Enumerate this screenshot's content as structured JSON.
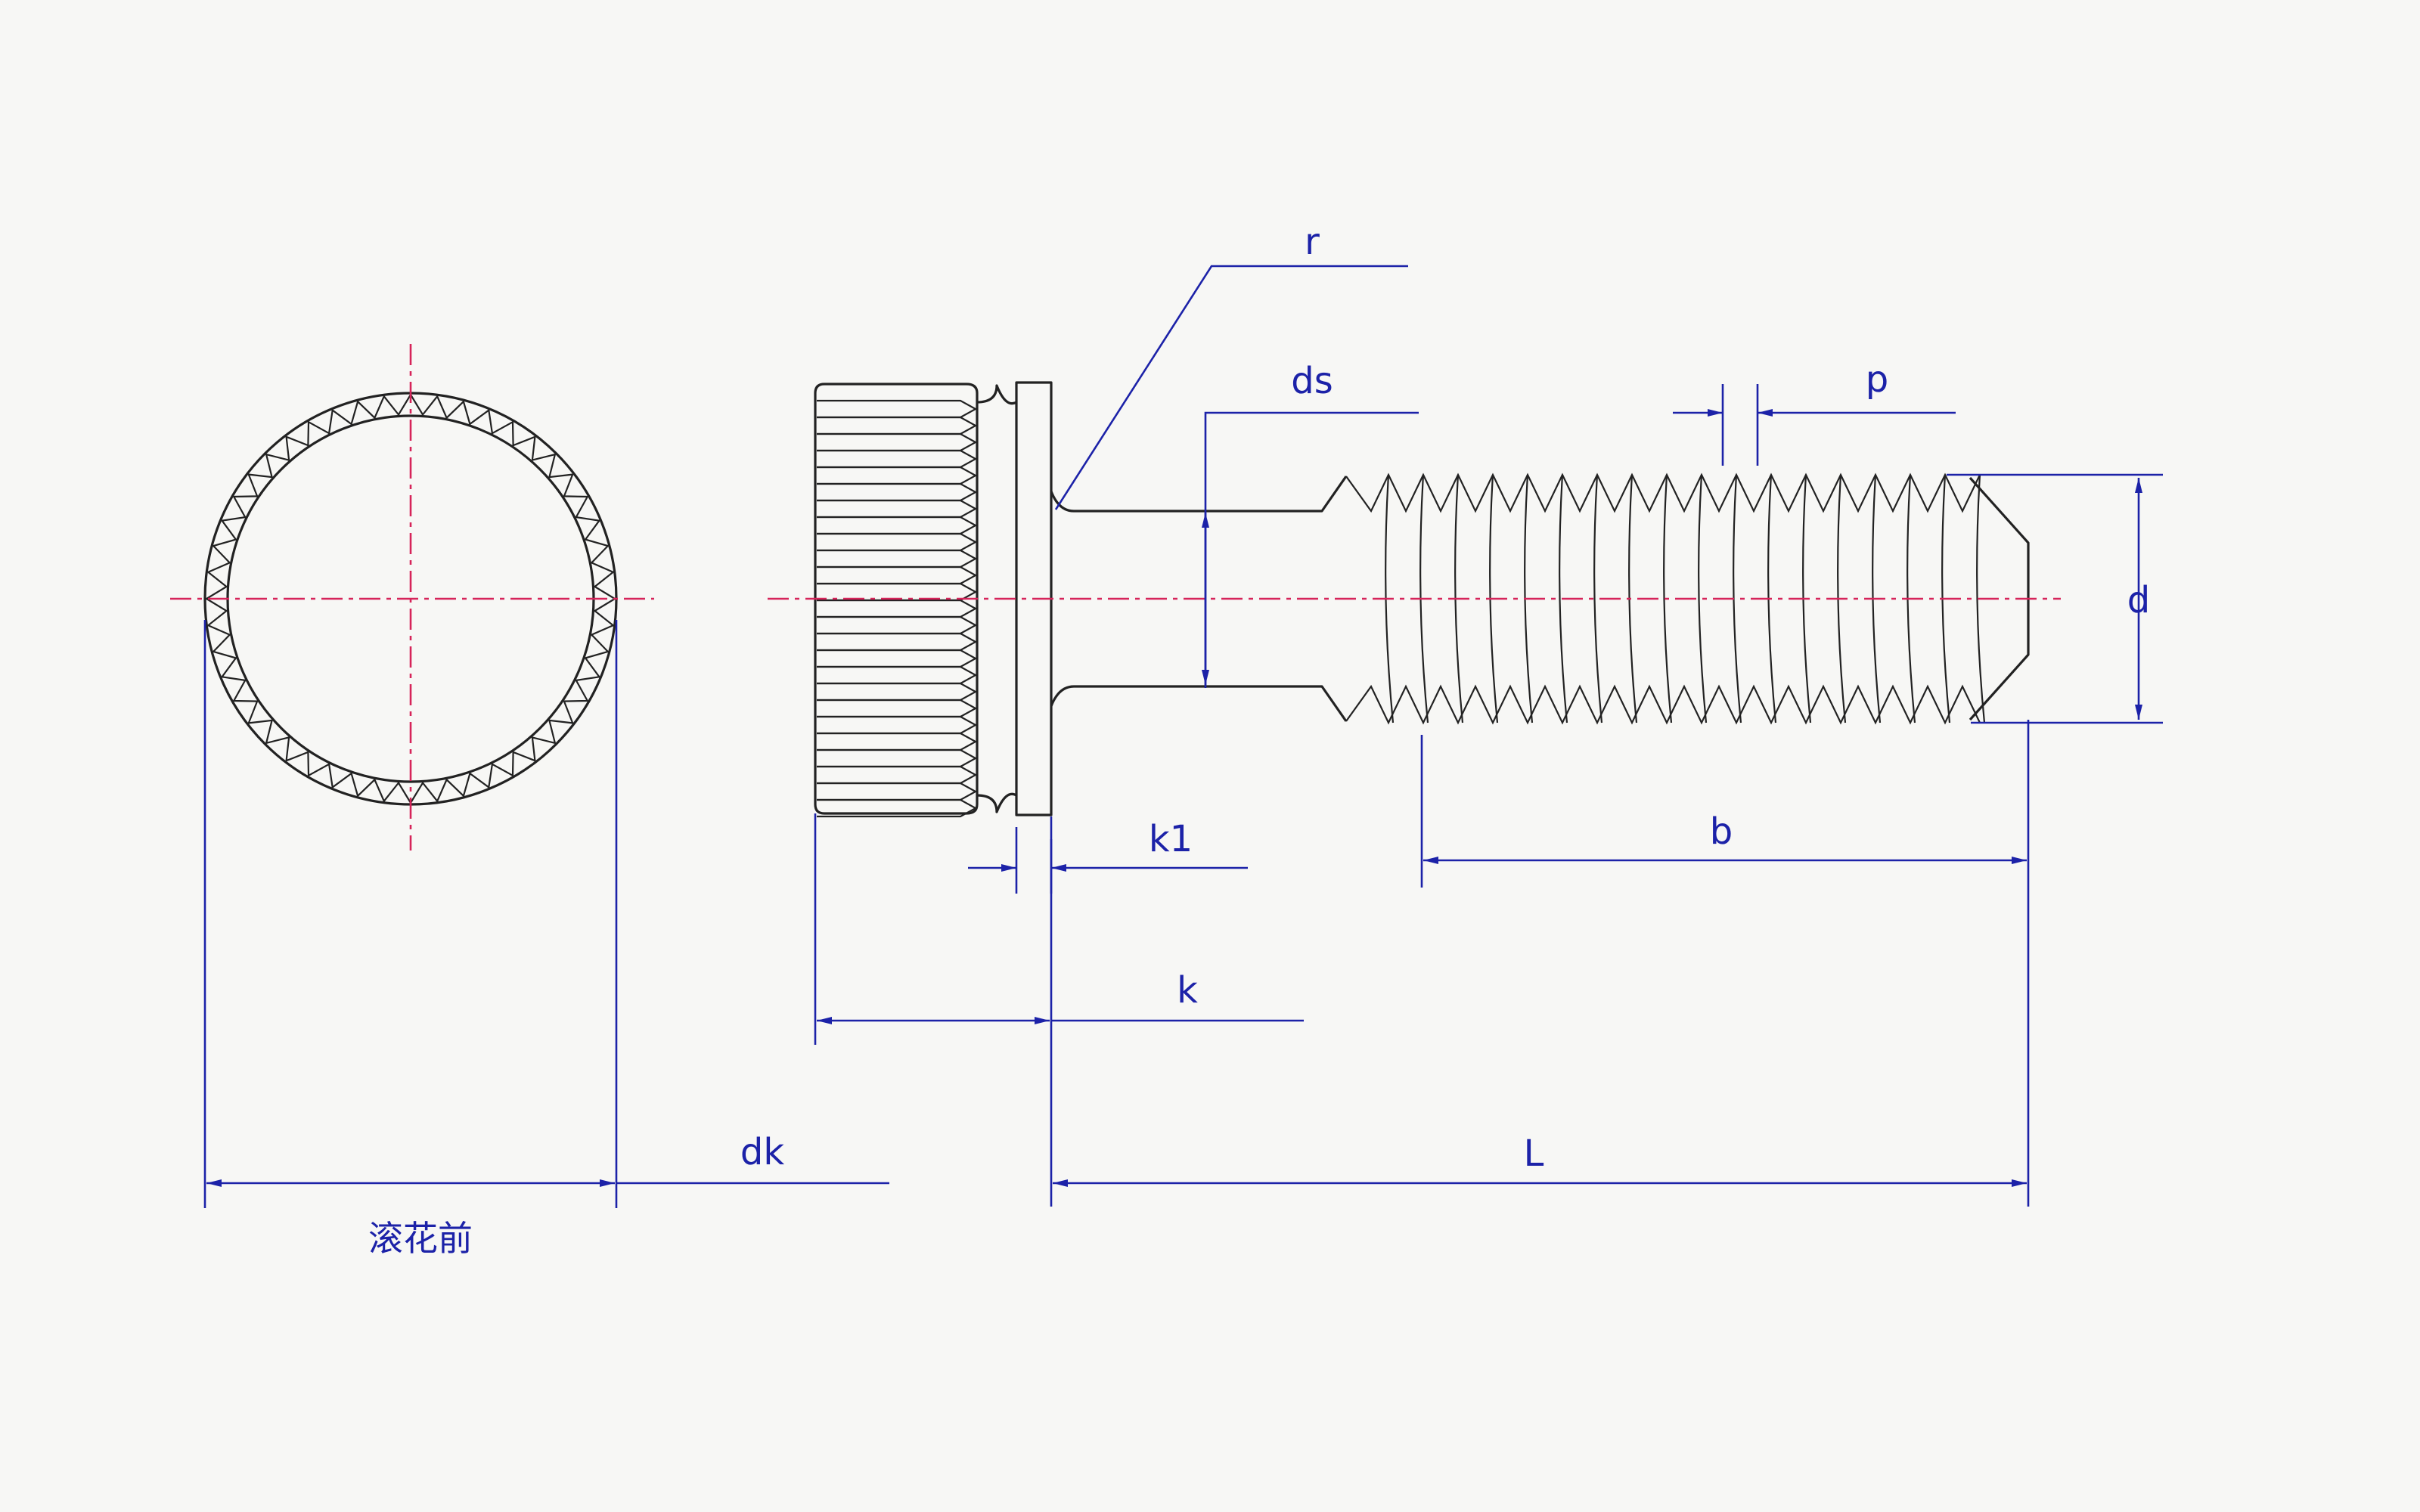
{
  "labels": {
    "r": "r",
    "ds": "ds",
    "p": "p",
    "d": "d",
    "k1": "k1",
    "b": "b",
    "k": "k",
    "dk": "dk",
    "L": "L",
    "dk_note": "滚花前"
  },
  "colors": {
    "part_line": "#222222",
    "dimension_line": "#1c22a8",
    "center_line": "#d6245a",
    "background": "#f7f7f5"
  }
}
